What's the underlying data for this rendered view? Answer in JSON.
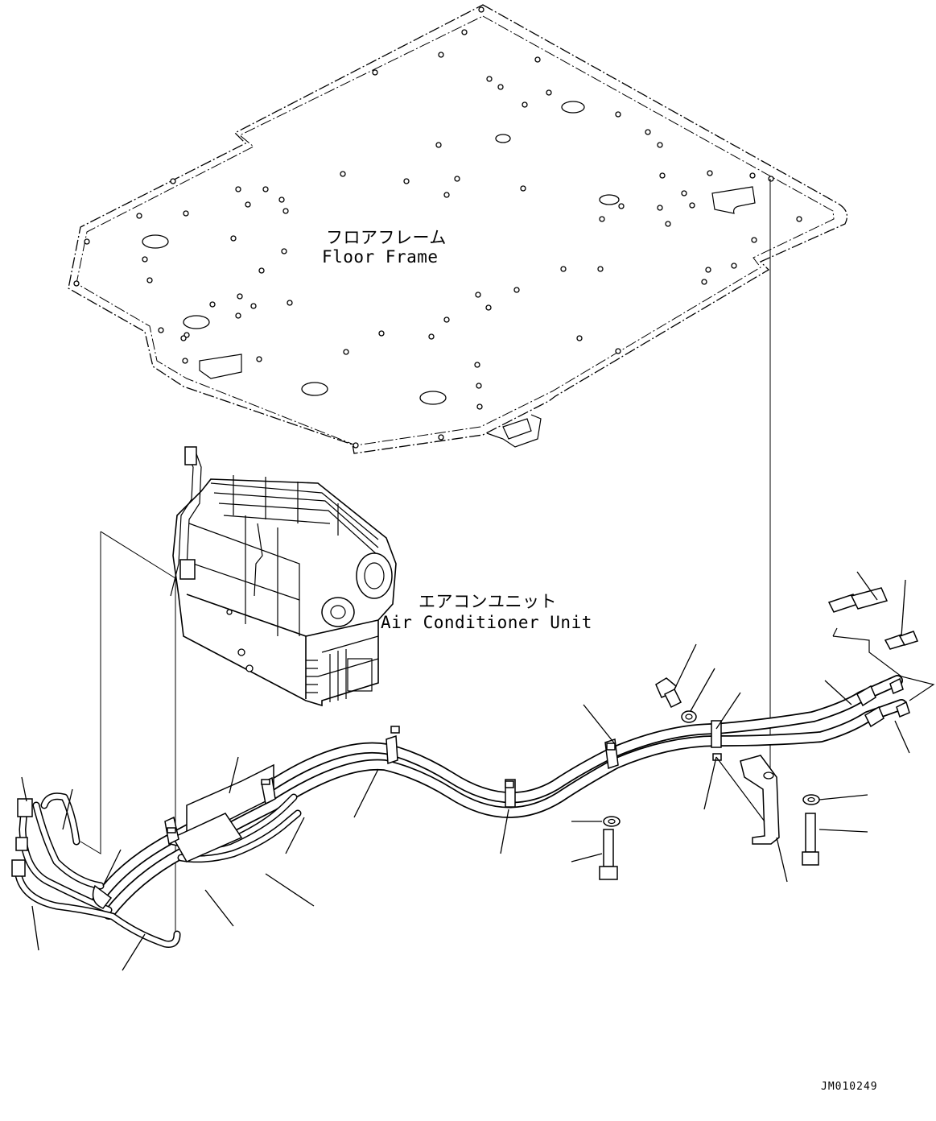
{
  "labels": {
    "floor_frame_jp": "フロアフレーム",
    "floor_frame_en": "Floor Frame",
    "air_conditioner_jp": "エアコンユニット",
    "air_conditioner_en": "Air Conditioner Unit",
    "drawing_number": "JM010249"
  },
  "icons": {
    "floor_frame": "floor-frame-plate-icon",
    "air_conditioner": "air-conditioner-unit-icon",
    "hose_assembly": "hose-assembly-icon",
    "clamp": "clamp-icon",
    "bolt": "bolt-icon",
    "washer": "washer-icon",
    "bracket": "bracket-icon",
    "fitting": "fitting-icon"
  },
  "colors": {
    "line": "#000000",
    "background": "#ffffff"
  }
}
